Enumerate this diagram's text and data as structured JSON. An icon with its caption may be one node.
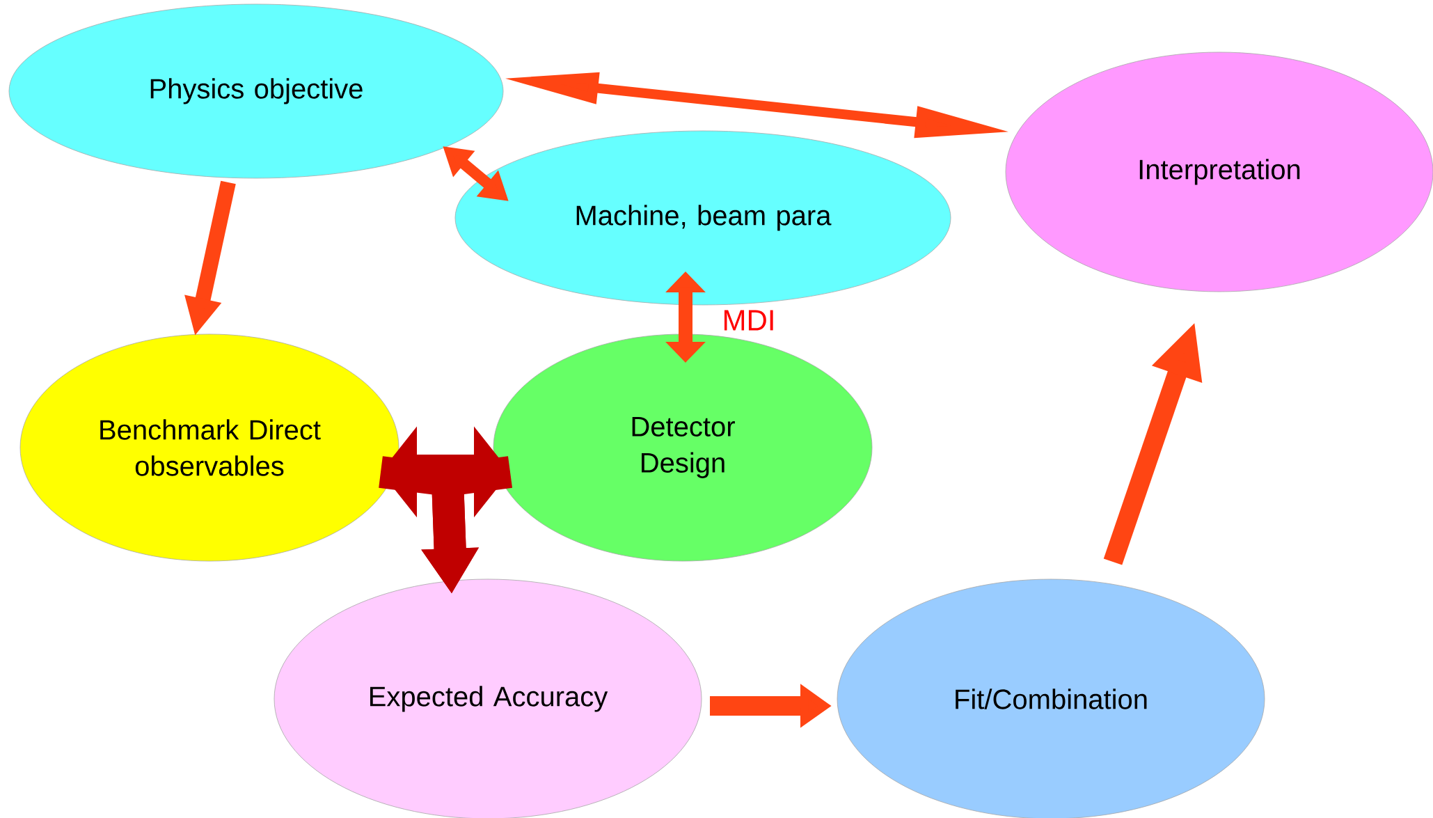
{
  "diagram": {
    "nodes": [
      {
        "text": [
          "Physics objective"
        ]
      },
      {
        "text": [
          "Machine, beam para"
        ]
      },
      {
        "text": [
          "Interpretation"
        ]
      },
      {
        "text": [
          "Benchmark Direct observables"
        ]
      },
      {
        "text": [
          "Detector Design"
        ]
      },
      {
        "text": [
          "Expected Accuracy"
        ]
      },
      {
        "text": [
          "Fit/Combination"
        ]
      }
    ],
    "edges": [
      {
        "from": 0,
        "to": 2,
        "arrow": "both"
      },
      {
        "from": 0,
        "to": 1,
        "arrow": "both"
      },
      {
        "from": 0,
        "to": 3,
        "arrow": "to"
      },
      {
        "from": 1,
        "to": 4,
        "arrow": "both",
        "label": "MDI"
      },
      {
        "from": 3,
        "to": 4,
        "arrow": "both",
        "color": "#c00000"
      },
      {
        "from": 3,
        "to": 5,
        "arrow": "to",
        "color": "#c00000"
      },
      {
        "from": 4,
        "to": 5,
        "arrow": "to",
        "color": "#c00000"
      },
      {
        "from": 5,
        "to": 6,
        "arrow": "to"
      },
      {
        "from": 6,
        "to": 2,
        "arrow": "to"
      }
    ]
  }
}
